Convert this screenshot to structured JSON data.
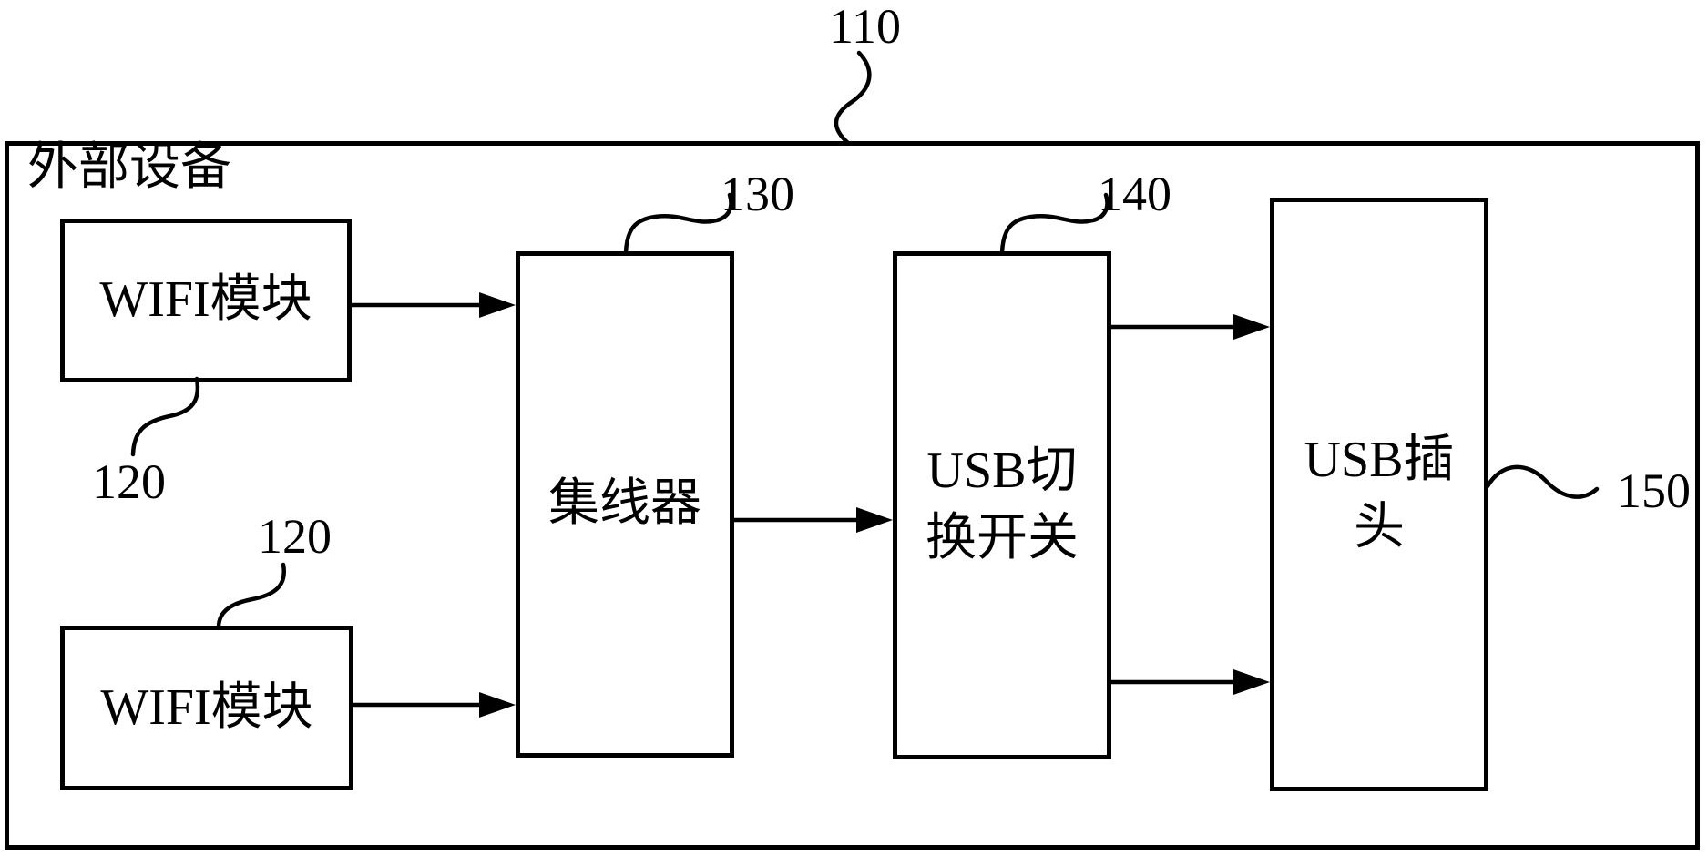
{
  "figure": {
    "background_color": "#ffffff",
    "line_color": "#000000",
    "outer_box": {
      "label": "外部设备",
      "ref": "110"
    },
    "boxes": [
      {
        "id": "wifi-module-1",
        "label": "WIFI模块",
        "ref": "120"
      },
      {
        "id": "wifi-module-2",
        "label": "WIFI模块",
        "ref": "120"
      },
      {
        "id": "hub",
        "label": "集线器",
        "ref": "130"
      },
      {
        "id": "usb-switch",
        "label": "USB切换开关",
        "label_lines": [
          "USB切",
          "换开关"
        ],
        "ref": "140"
      },
      {
        "id": "usb-plug",
        "label": "USB插头",
        "label_lines": [
          "USB插",
          "头"
        ],
        "ref": "150"
      }
    ],
    "connections": [
      {
        "from": "wifi-module-1",
        "to": "hub",
        "type": "arrow"
      },
      {
        "from": "wifi-module-2",
        "to": "hub",
        "type": "arrow"
      },
      {
        "from": "hub",
        "to": "usb-switch",
        "type": "arrow"
      },
      {
        "from": "usb-switch",
        "to": "usb-plug",
        "type": "arrow",
        "position": "top"
      },
      {
        "from": "usb-switch",
        "to": "usb-plug",
        "type": "arrow",
        "position": "bottom"
      }
    ]
  }
}
